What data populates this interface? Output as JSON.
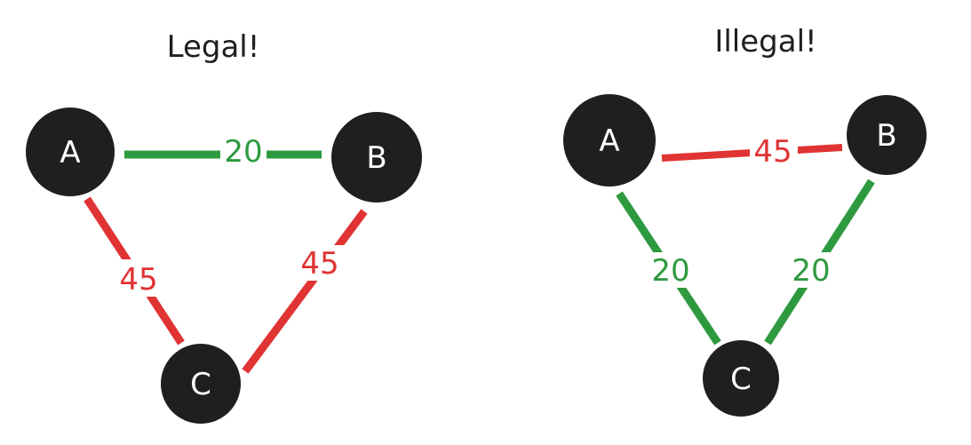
{
  "colors": {
    "node_fill": "#1f1f1f",
    "node_text": "#ffffff",
    "title_text": "#1f1f1f",
    "green": "#2e9a3f",
    "red": "#e03333",
    "background": "#ffffff"
  },
  "legal": {
    "title": "Legal!",
    "nodes": [
      {
        "id": "A",
        "label": "A"
      },
      {
        "id": "B",
        "label": "B"
      },
      {
        "id": "C",
        "label": "C"
      }
    ],
    "edges": [
      {
        "from": "A",
        "to": "B",
        "weight": "20",
        "color": "green"
      },
      {
        "from": "A",
        "to": "C",
        "weight": "45",
        "color": "red"
      },
      {
        "from": "B",
        "to": "C",
        "weight": "45",
        "color": "red"
      }
    ]
  },
  "illegal": {
    "title": "Illegal!",
    "nodes": [
      {
        "id": "A",
        "label": "A"
      },
      {
        "id": "B",
        "label": "B"
      },
      {
        "id": "C",
        "label": "C"
      }
    ],
    "edges": [
      {
        "from": "A",
        "to": "B",
        "weight": "45",
        "color": "red"
      },
      {
        "from": "A",
        "to": "C",
        "weight": "20",
        "color": "green"
      },
      {
        "from": "B",
        "to": "C",
        "weight": "20",
        "color": "green"
      }
    ]
  }
}
